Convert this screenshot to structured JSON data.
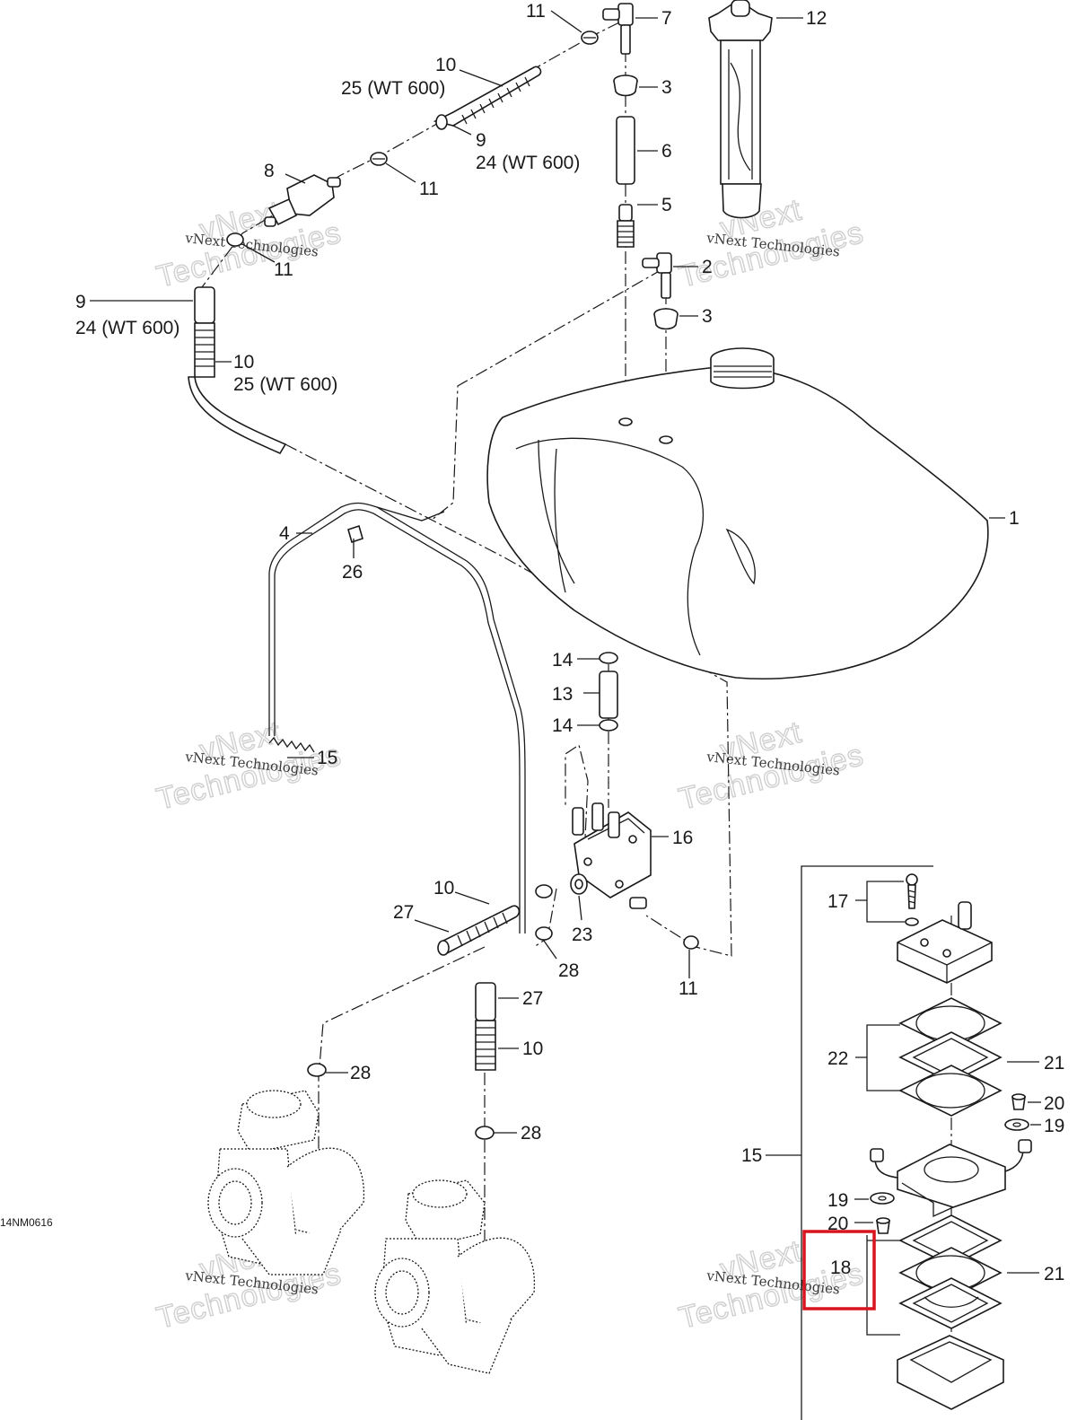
{
  "drawing_code": "14NM0616",
  "watermark": {
    "line1": "vNext Technologies",
    "line2_a": "vNext",
    "line2_b": "Technologies"
  },
  "callouts": {
    "n1": "1",
    "n2": "2",
    "n3a": "3",
    "n3b": "3",
    "n4": "4",
    "n5": "5",
    "n6": "6",
    "n7": "7",
    "n8": "8",
    "n9a": "9",
    "n9b": "9",
    "n10a": "10",
    "n10b": "10",
    "n10c": "10",
    "n10d": "10",
    "n11a": "11",
    "n11b": "11",
    "n11c": "11",
    "n11d": "11",
    "n12": "12",
    "n13": "13",
    "n14a": "14",
    "n14b": "14",
    "n15a": "15",
    "n15b": "15",
    "n16": "16",
    "n17": "17",
    "n18": "18",
    "n19a": "19",
    "n19b": "19",
    "n20a": "20",
    "n20b": "20",
    "n21a": "21",
    "n21b": "21",
    "n22": "22",
    "n23": "23",
    "n26": "26",
    "n27a": "27",
    "n27b": "27",
    "n28a": "28",
    "n28b": "28",
    "n28c": "28",
    "wt25a": "25 (WT 600)",
    "wt24a": "24 (WT 600)",
    "wt24b": "24 (WT 600)",
    "wt25b": "25 (WT 600)"
  },
  "highlight": {
    "part": "18",
    "color": "#d9141f"
  }
}
